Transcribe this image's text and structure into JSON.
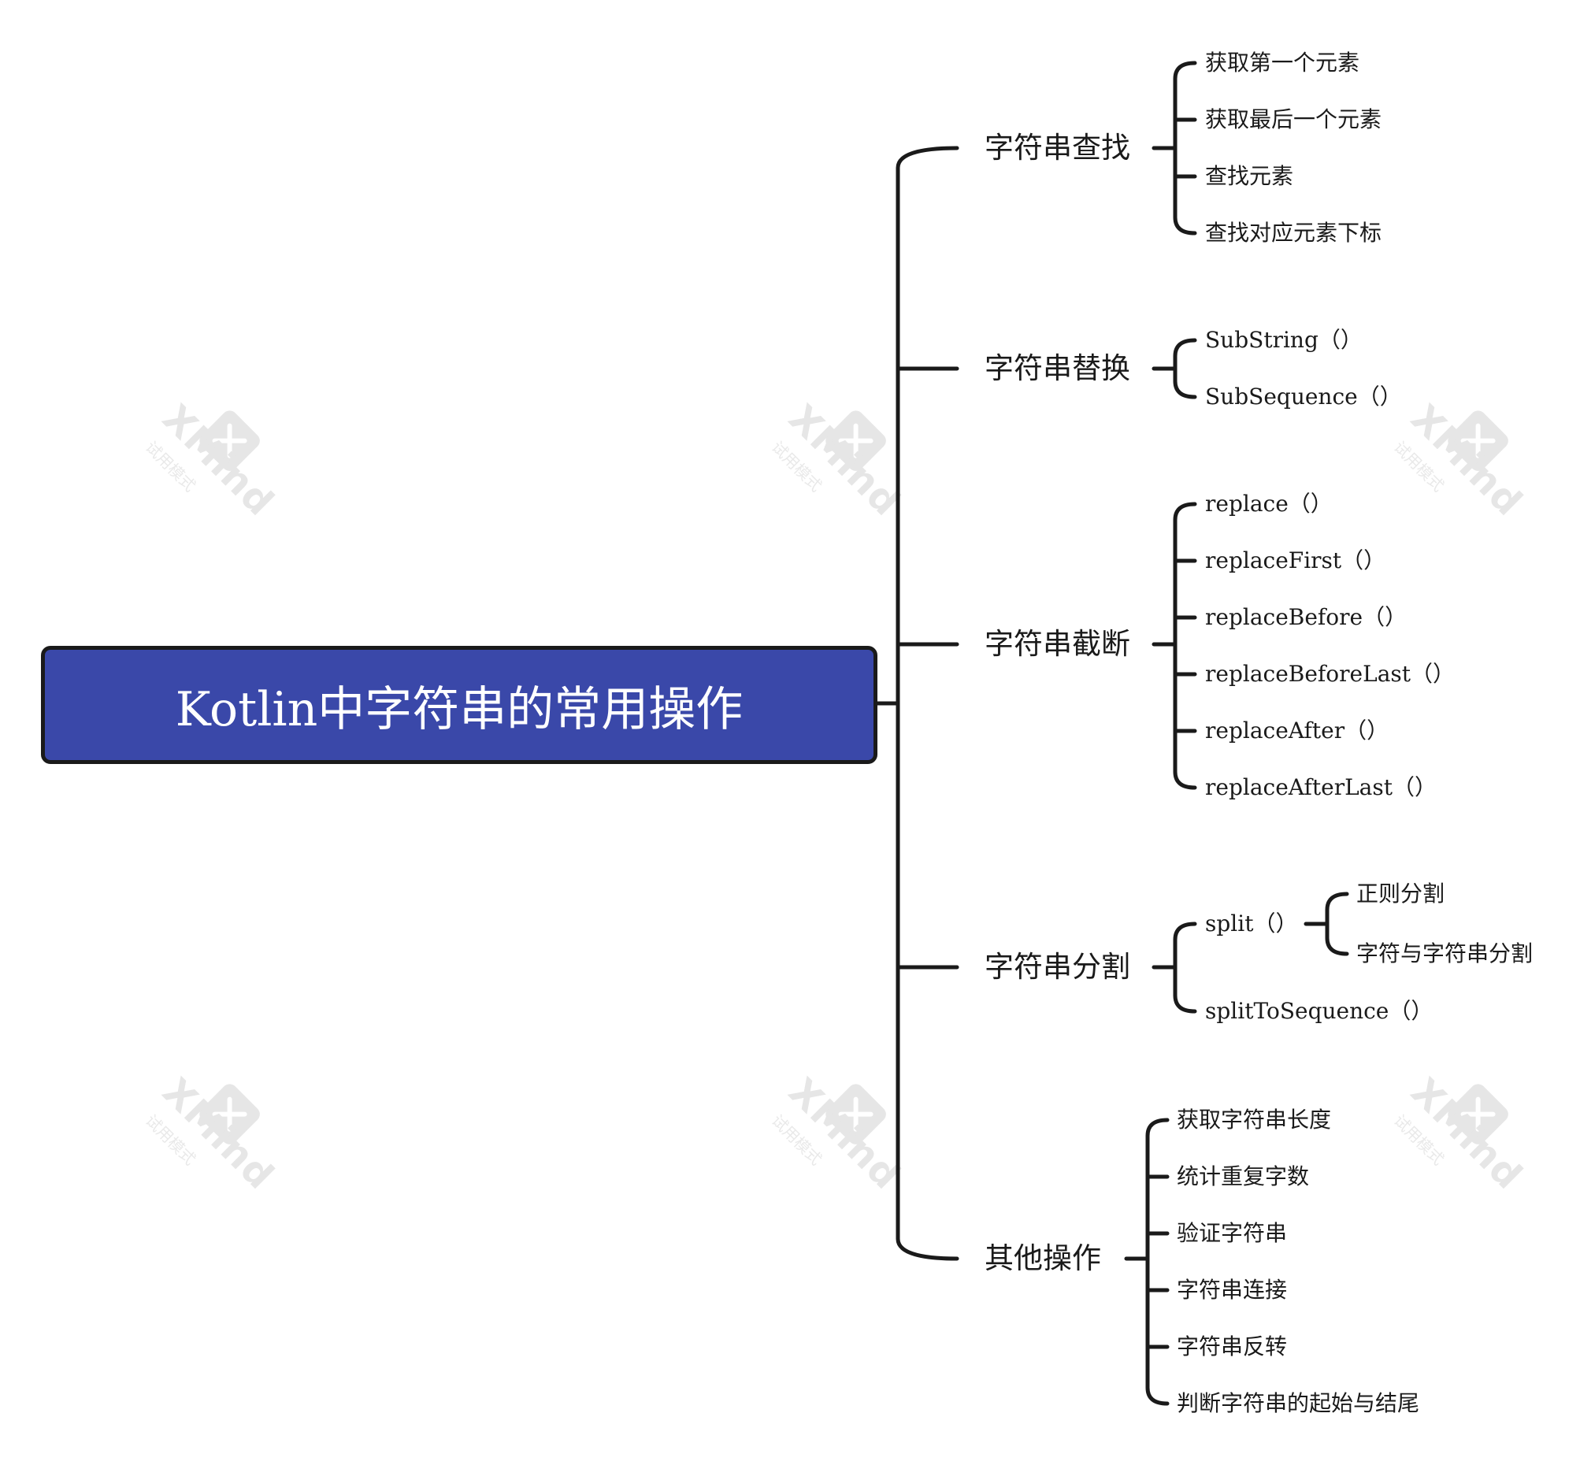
{
  "root": {
    "title": "Kotlin中字符串的常用操作",
    "fill_color": "#3a48a9"
  },
  "watermark": {
    "brand": "XMind",
    "sub": "试用模式"
  },
  "branches": [
    {
      "label": "字符串查找",
      "children": [
        {
          "label": "获取第一个元素"
        },
        {
          "label": "获取最后一个元素"
        },
        {
          "label": "查找元素"
        },
        {
          "label": "查找对应元素下标"
        }
      ]
    },
    {
      "label": "字符串替换",
      "children": [
        {
          "label": "SubString（）"
        },
        {
          "label": "SubSequence（）"
        }
      ]
    },
    {
      "label": "字符串截断",
      "children": [
        {
          "label": "replace（）"
        },
        {
          "label": "replaceFirst（）"
        },
        {
          "label": "replaceBefore（）"
        },
        {
          "label": "replaceBeforeLast（）"
        },
        {
          "label": "replaceAfter（）"
        },
        {
          "label": "replaceAfterLast（）"
        }
      ]
    },
    {
      "label": "字符串分割",
      "children": [
        {
          "label": "split（）",
          "children": [
            {
              "label": "正则分割"
            },
            {
              "label": "字符与字符串分割"
            }
          ]
        },
        {
          "label": "splitToSequence（）"
        }
      ]
    },
    {
      "label": "其他操作",
      "children": [
        {
          "label": "获取字符串长度"
        },
        {
          "label": "统计重复字数"
        },
        {
          "label": "验证字符串"
        },
        {
          "label": "字符串连接"
        },
        {
          "label": "字符串反转"
        },
        {
          "label": "判断字符串的起始与结尾"
        }
      ]
    }
  ]
}
